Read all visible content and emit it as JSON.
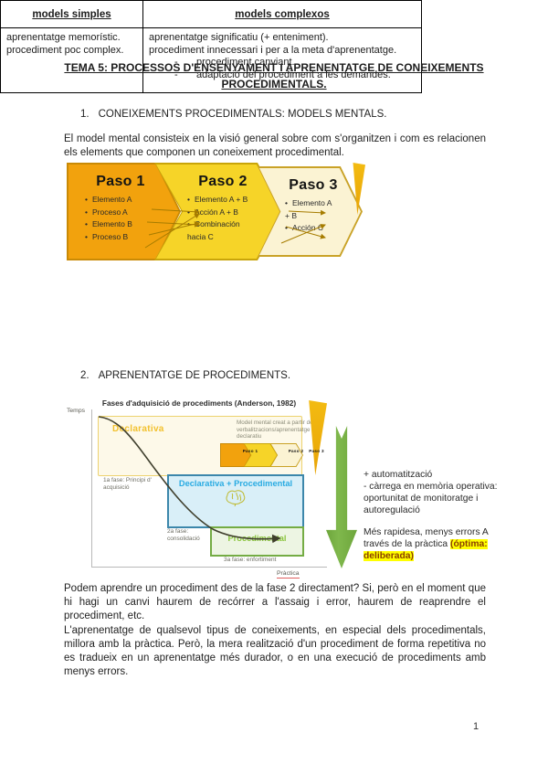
{
  "document": {
    "title_lines": [
      "TEMA 5: PROCESSOS D'ENSENYAMENT I APRENENTATGE DE CONEIXEMENTS",
      "PROCEDIMENTALS."
    ],
    "page_number": "1"
  },
  "section1": {
    "number": "1.",
    "heading": "CONEIXEMENTS PROCEDIMENTALS: MODELS MENTALS.",
    "intro": "El model mental consisteix en la visió general sobre com s'organitzen i com es relacionen els elements que componen un coneixement procedimental."
  },
  "paso_diagram": {
    "steps": [
      {
        "title": "Paso 1",
        "items": [
          "Elemento A",
          "Proceso A",
          "Elemento B",
          "Proceso B"
        ]
      },
      {
        "title": "Paso 2",
        "items": [
          "Elemento A + B",
          "Acción A + B",
          "Combinación hacia C"
        ]
      },
      {
        "title": "Paso 3",
        "items": [
          "Elemento A + B",
          "Acción C"
        ]
      }
    ],
    "colors": {
      "step1_fill": "#F2A20D",
      "step2_fill": "#F6D428",
      "step3_fill": "#FBF3D3",
      "border": "#C9A227"
    }
  },
  "comparison_table": {
    "headers": [
      "models simples",
      "models complexos"
    ],
    "simple_lines": [
      "aprenentatge memorístic.",
      "procediment poc complex."
    ],
    "complex_lines": [
      "aprenentatge significatiu (+ enteniment).",
      "procediment innecessari i per a la meta d'aprenentatge."
    ],
    "complex_bullets": [
      "procediment canviant.",
      "adaptació del procediment a les demandes."
    ]
  },
  "section2": {
    "number": "2.",
    "heading": "APRENENTATGE DE PROCEDIMENTS."
  },
  "figure": {
    "title": "Fases d'adquisició de procediments (Anderson, 1982)",
    "y_axis_label": "Temps",
    "x_axis_label": "Pràctica",
    "declarative_box_label": "Declarativa",
    "declarative_note": "Model mental creat a partir de verbalitzacions/aprenentatge declaratiu",
    "mini_steps": [
      "Paso 1",
      "Paso 2",
      "Paso 3"
    ],
    "mixed_box_label": "Declarativa + Procedimental",
    "procedural_box_label": "Procedimental",
    "phase_labels": [
      "1a fase: Principi d' acquisició",
      "2a fase: consolidació",
      "3a fase: enfortiment"
    ],
    "annotation": {
      "plus_line": "+ automatització",
      "minus_line": "- càrrega en memòria operativa: oportunitat de monitoratge i autoregulació",
      "sentence_pre": "Més rapidesa, menys errors A través de la pràctica ",
      "sentence_highlight": "(óptima: deliberada)"
    },
    "colors": {
      "declarative": "#F2C12E",
      "mixed": "#29ABE2",
      "procedural": "#8CC63F",
      "arrow": "#7FB84C",
      "highlight": "#FFFF00"
    }
  },
  "paragraphs": [
    "Podem aprendre un procediment des de la fase 2 directament? Si, però en el moment que hi hagi un canvi haurem de recórrer a l'assaig i error, haurem de reaprendre el procediment, etc.",
    "L'aprenentatge de qualsevol tipus de coneixements, en especial dels procedimentals, millora amb la pràctica. Però, la mera realització d'un procediment de forma repetitiva no es tradueix en un aprenentatge més durador, o en una execució de procediments amb menys errors."
  ]
}
